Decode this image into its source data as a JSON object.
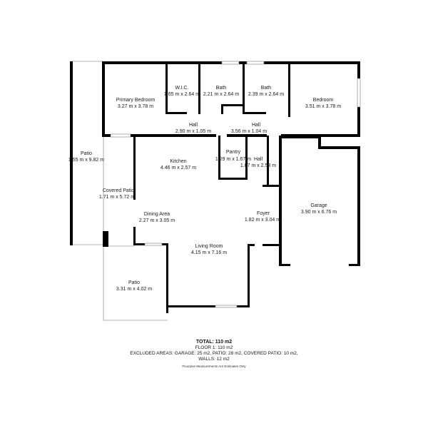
{
  "rooms": [
    {
      "name": "Patio",
      "dims": "1.55 m x 9.82 m"
    },
    {
      "name": "Primary Bedroom",
      "dims": "3.27 m x 3.78 m"
    },
    {
      "name": "W.I.C.",
      "dims": "1.65 m x 2.64 m"
    },
    {
      "name": "Bath",
      "dims": "2.21 m x 2.64 m"
    },
    {
      "name": "Bath",
      "dims": "2.39 m x 2.64 m"
    },
    {
      "name": "Bedroom",
      "dims": "3.51 m x 3.78 m"
    },
    {
      "name": "Hall",
      "dims": "2.90 m x 1.05 m"
    },
    {
      "name": "Hall",
      "dims": "3.56 m x 1.04 m"
    },
    {
      "name": "Kitchen",
      "dims": "4.46 m x 2.57 m"
    },
    {
      "name": "Pantry",
      "dims": "1.29 m x 1.67 m"
    },
    {
      "name": "Hall",
      "dims": "1.07 m x 2.58 m"
    },
    {
      "name": "Covered Patio",
      "dims": "1.71 m x 5.72 m"
    },
    {
      "name": "Garage",
      "dims": "3.90 m x 6.76 m"
    },
    {
      "name": "Dining Area",
      "dims": "2.27 m x 3.05 m"
    },
    {
      "name": "Foyer",
      "dims": "1.82 m x 3.04 m"
    },
    {
      "name": "Living Room",
      "dims": "4.15 m x 7.16 m"
    },
    {
      "name": "Patio",
      "dims": "3.31 m x 4.02 m"
    }
  ],
  "summary": {
    "total": "TOTAL: 110 m2",
    "floor": "FLOOR 1: 110 m2",
    "excluded": "EXCLUDED AREAS: GARAGE: 25 m2, PATIO: 28 m2, COVERED PATIO: 10 m2,",
    "walls": "WALLS: 12 m2",
    "note": "Floorplan Measurements Are Estimates Only"
  }
}
